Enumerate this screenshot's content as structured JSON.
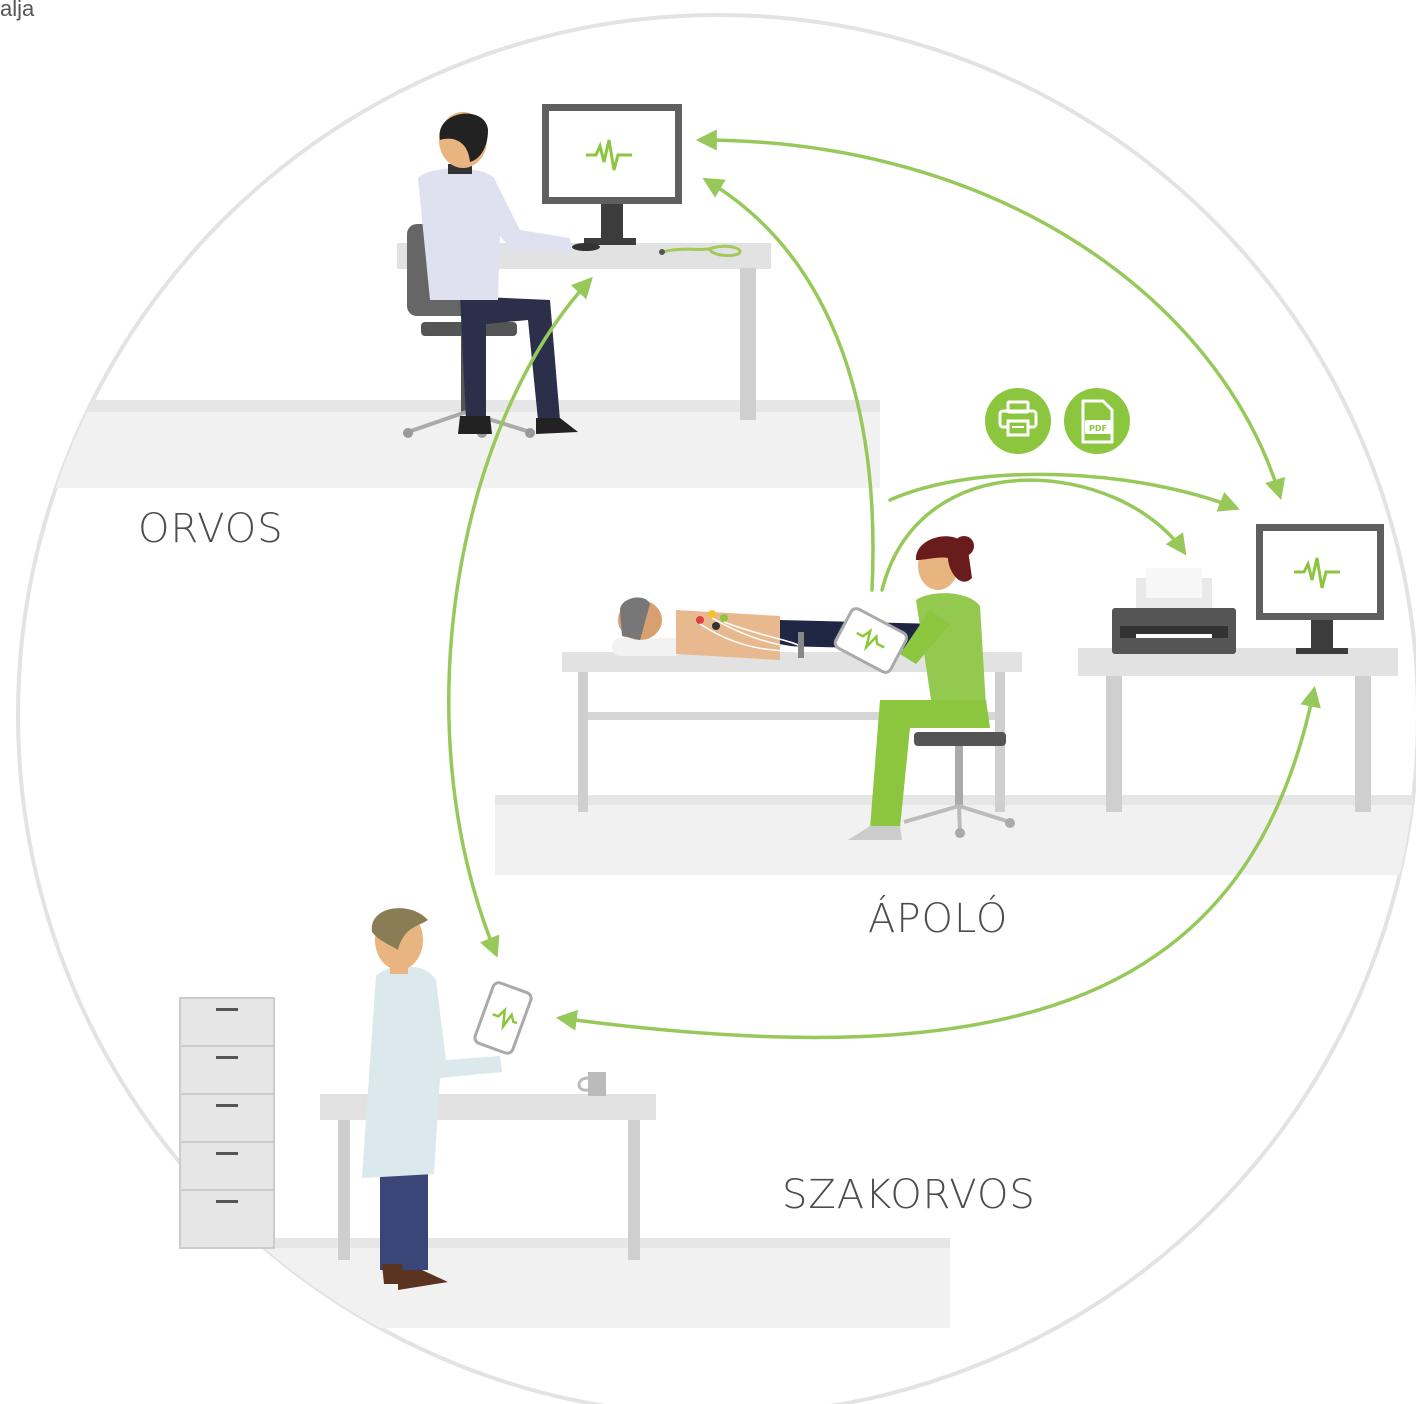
{
  "corner_text": "alja",
  "roles": {
    "doctor": "ORVOS",
    "nurse": "ÁPOLÓ",
    "specialist": "SZAKORVOS"
  },
  "icons": {
    "print": "printer-icon",
    "pdf": "pdf-file-icon",
    "pdf_text": "PDF"
  },
  "colors": {
    "accent_green": "#8cc63f",
    "arrow_green": "#96c85a",
    "circle": "#e3e3e3",
    "floor": "#f1f1f1",
    "table": "#e2e2e2",
    "monitor": "#5f5f5f"
  }
}
